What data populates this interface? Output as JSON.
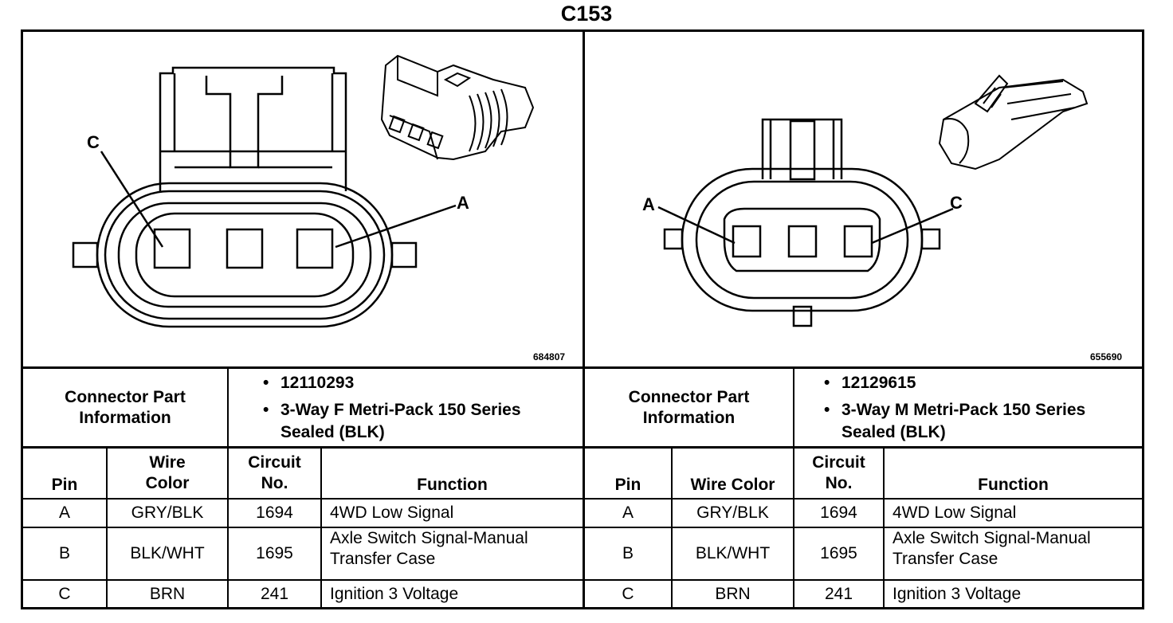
{
  "title": "C153",
  "left": {
    "figure_id": "684807",
    "pin_labels": [
      "A",
      "C"
    ],
    "connector_info_label": "Connector Part Information",
    "part_number": "12110293",
    "description_line1": "3-Way F Metri-Pack 150 Series",
    "description_line2": "Sealed (BLK)"
  },
  "right": {
    "figure_id": "655690",
    "pin_labels": [
      "A",
      "C"
    ],
    "connector_info_label": "Connector Part Information",
    "part_number": "12129615",
    "description_line1": "3-Way M Metri-Pack 150 Series",
    "description_line2": "Sealed (BLK)"
  },
  "headers": {
    "pin": "Pin",
    "wire_color_line1": "Wire",
    "wire_color_line2": "Color",
    "wire_color": "Wire Color",
    "circuit_line1": "Circuit",
    "circuit_line2": "No.",
    "function": "Function"
  },
  "rows": [
    {
      "pin": "A",
      "wire": "GRY/BLK",
      "circuit": "1694",
      "function_line1": "4WD Low Signal",
      "function_line2": ""
    },
    {
      "pin": "B",
      "wire": "BLK/WHT",
      "circuit": "1695",
      "function_line1": "Axle Switch Signal-Manual",
      "function_line2": "Transfer Case"
    },
    {
      "pin": "C",
      "wire": "BRN",
      "circuit": "241",
      "function_line1": "Ignition 3 Voltage",
      "function_line2": ""
    }
  ]
}
